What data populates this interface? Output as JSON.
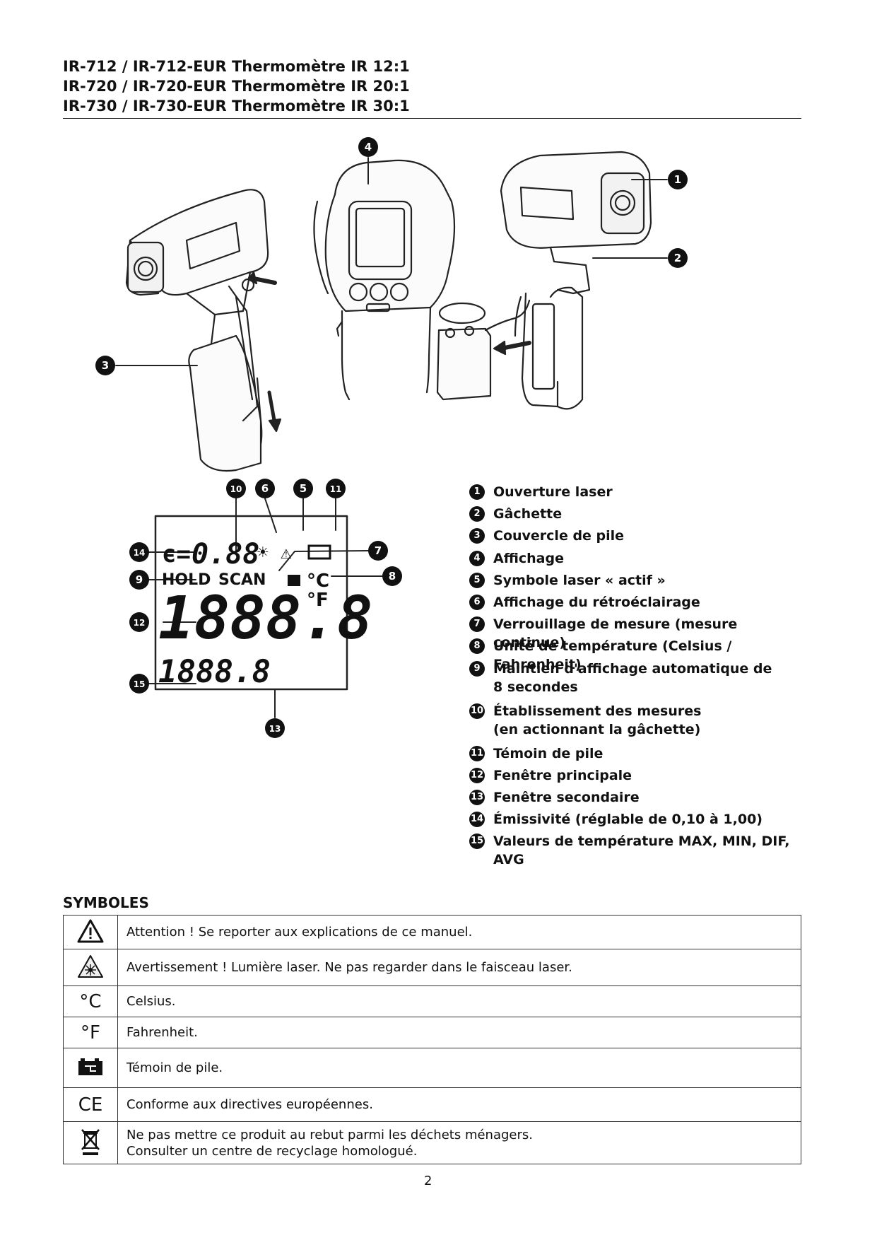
{
  "header": {
    "lines": [
      "IR-712 / IR-712-EUR Thermomètre IR 12:1",
      "IR-720 / IR-720-EUR Thermomètre IR 20:1",
      "IR-730 / IR-730-EUR Thermomètre IR 30:1"
    ]
  },
  "display": {
    "emissivity": "0.88",
    "hold": "HOLD",
    "scan": "SCAN",
    "main_value": "1888.8",
    "secondary_value": "1888.8",
    "unit_c": "°C",
    "unit_f": "°F"
  },
  "callouts": [
    "1",
    "2",
    "3",
    "4",
    "5",
    "6",
    "7",
    "8",
    "9",
    "10",
    "11",
    "12",
    "13",
    "14",
    "15"
  ],
  "legend": [
    {
      "num": "1",
      "text": "Ouverture laser"
    },
    {
      "num": "2",
      "text": " Gâchette"
    },
    {
      "num": "3",
      "text": "Couvercle de pile"
    },
    {
      "num": "4",
      "text": "Affichage"
    },
    {
      "num": "5",
      "text": "Symbole laser « actif »"
    },
    {
      "num": "6",
      "text": "Affichage du rétroéclairage"
    },
    {
      "num": "7",
      "text": "Verrouillage de mesure (mesure continue)"
    },
    {
      "num": "8",
      "text": "Unité de température (Celsius / Fahrenheit)"
    },
    {
      "num": "9",
      "text": "Maintien d'affichage automatique de\n 8 secondes"
    },
    {
      "num": "10",
      "text": "Établissement des mesures\n(en actionnant la gâchette)"
    },
    {
      "num": "11",
      "text": "Témoin de pile"
    },
    {
      "num": "12",
      "text": "Fenêtre principale"
    },
    {
      "num": "13",
      "text": "Fenêtre secondaire"
    },
    {
      "num": "14",
      "text": "Émissivité (réglable de 0,10 à 1,00)"
    },
    {
      "num": "15",
      "text": "Valeurs de température MAX, MIN, DIF, AVG"
    }
  ],
  "symbols": {
    "title": "SYMBOLES",
    "rows": [
      {
        "icon": "warning-triangle-icon",
        "glyph": "⚠",
        "text": "Attention ! Se reporter aux explications de ce manuel."
      },
      {
        "icon": "laser-warning-icon",
        "glyph": "✳",
        "text": "Avertissement ! Lumière laser. Ne pas regarder dans le faisceau laser."
      },
      {
        "icon": "celsius-icon",
        "glyph": "°C",
        "text": "Celsius."
      },
      {
        "icon": "fahrenheit-icon",
        "glyph": "°F",
        "text": "Fahrenheit."
      },
      {
        "icon": "battery-icon",
        "glyph": "",
        "text": "Témoin de pile."
      },
      {
        "icon": "ce-mark-icon",
        "glyph": "CE",
        "text": "Conforme aux directives européennes."
      },
      {
        "icon": "weee-bin-icon",
        "glyph": "",
        "text": "Ne pas mettre ce produit au rebut parmi les déchets ménagers.\nConsulter un centre de recyclage homologué."
      }
    ]
  },
  "page_number": "2"
}
